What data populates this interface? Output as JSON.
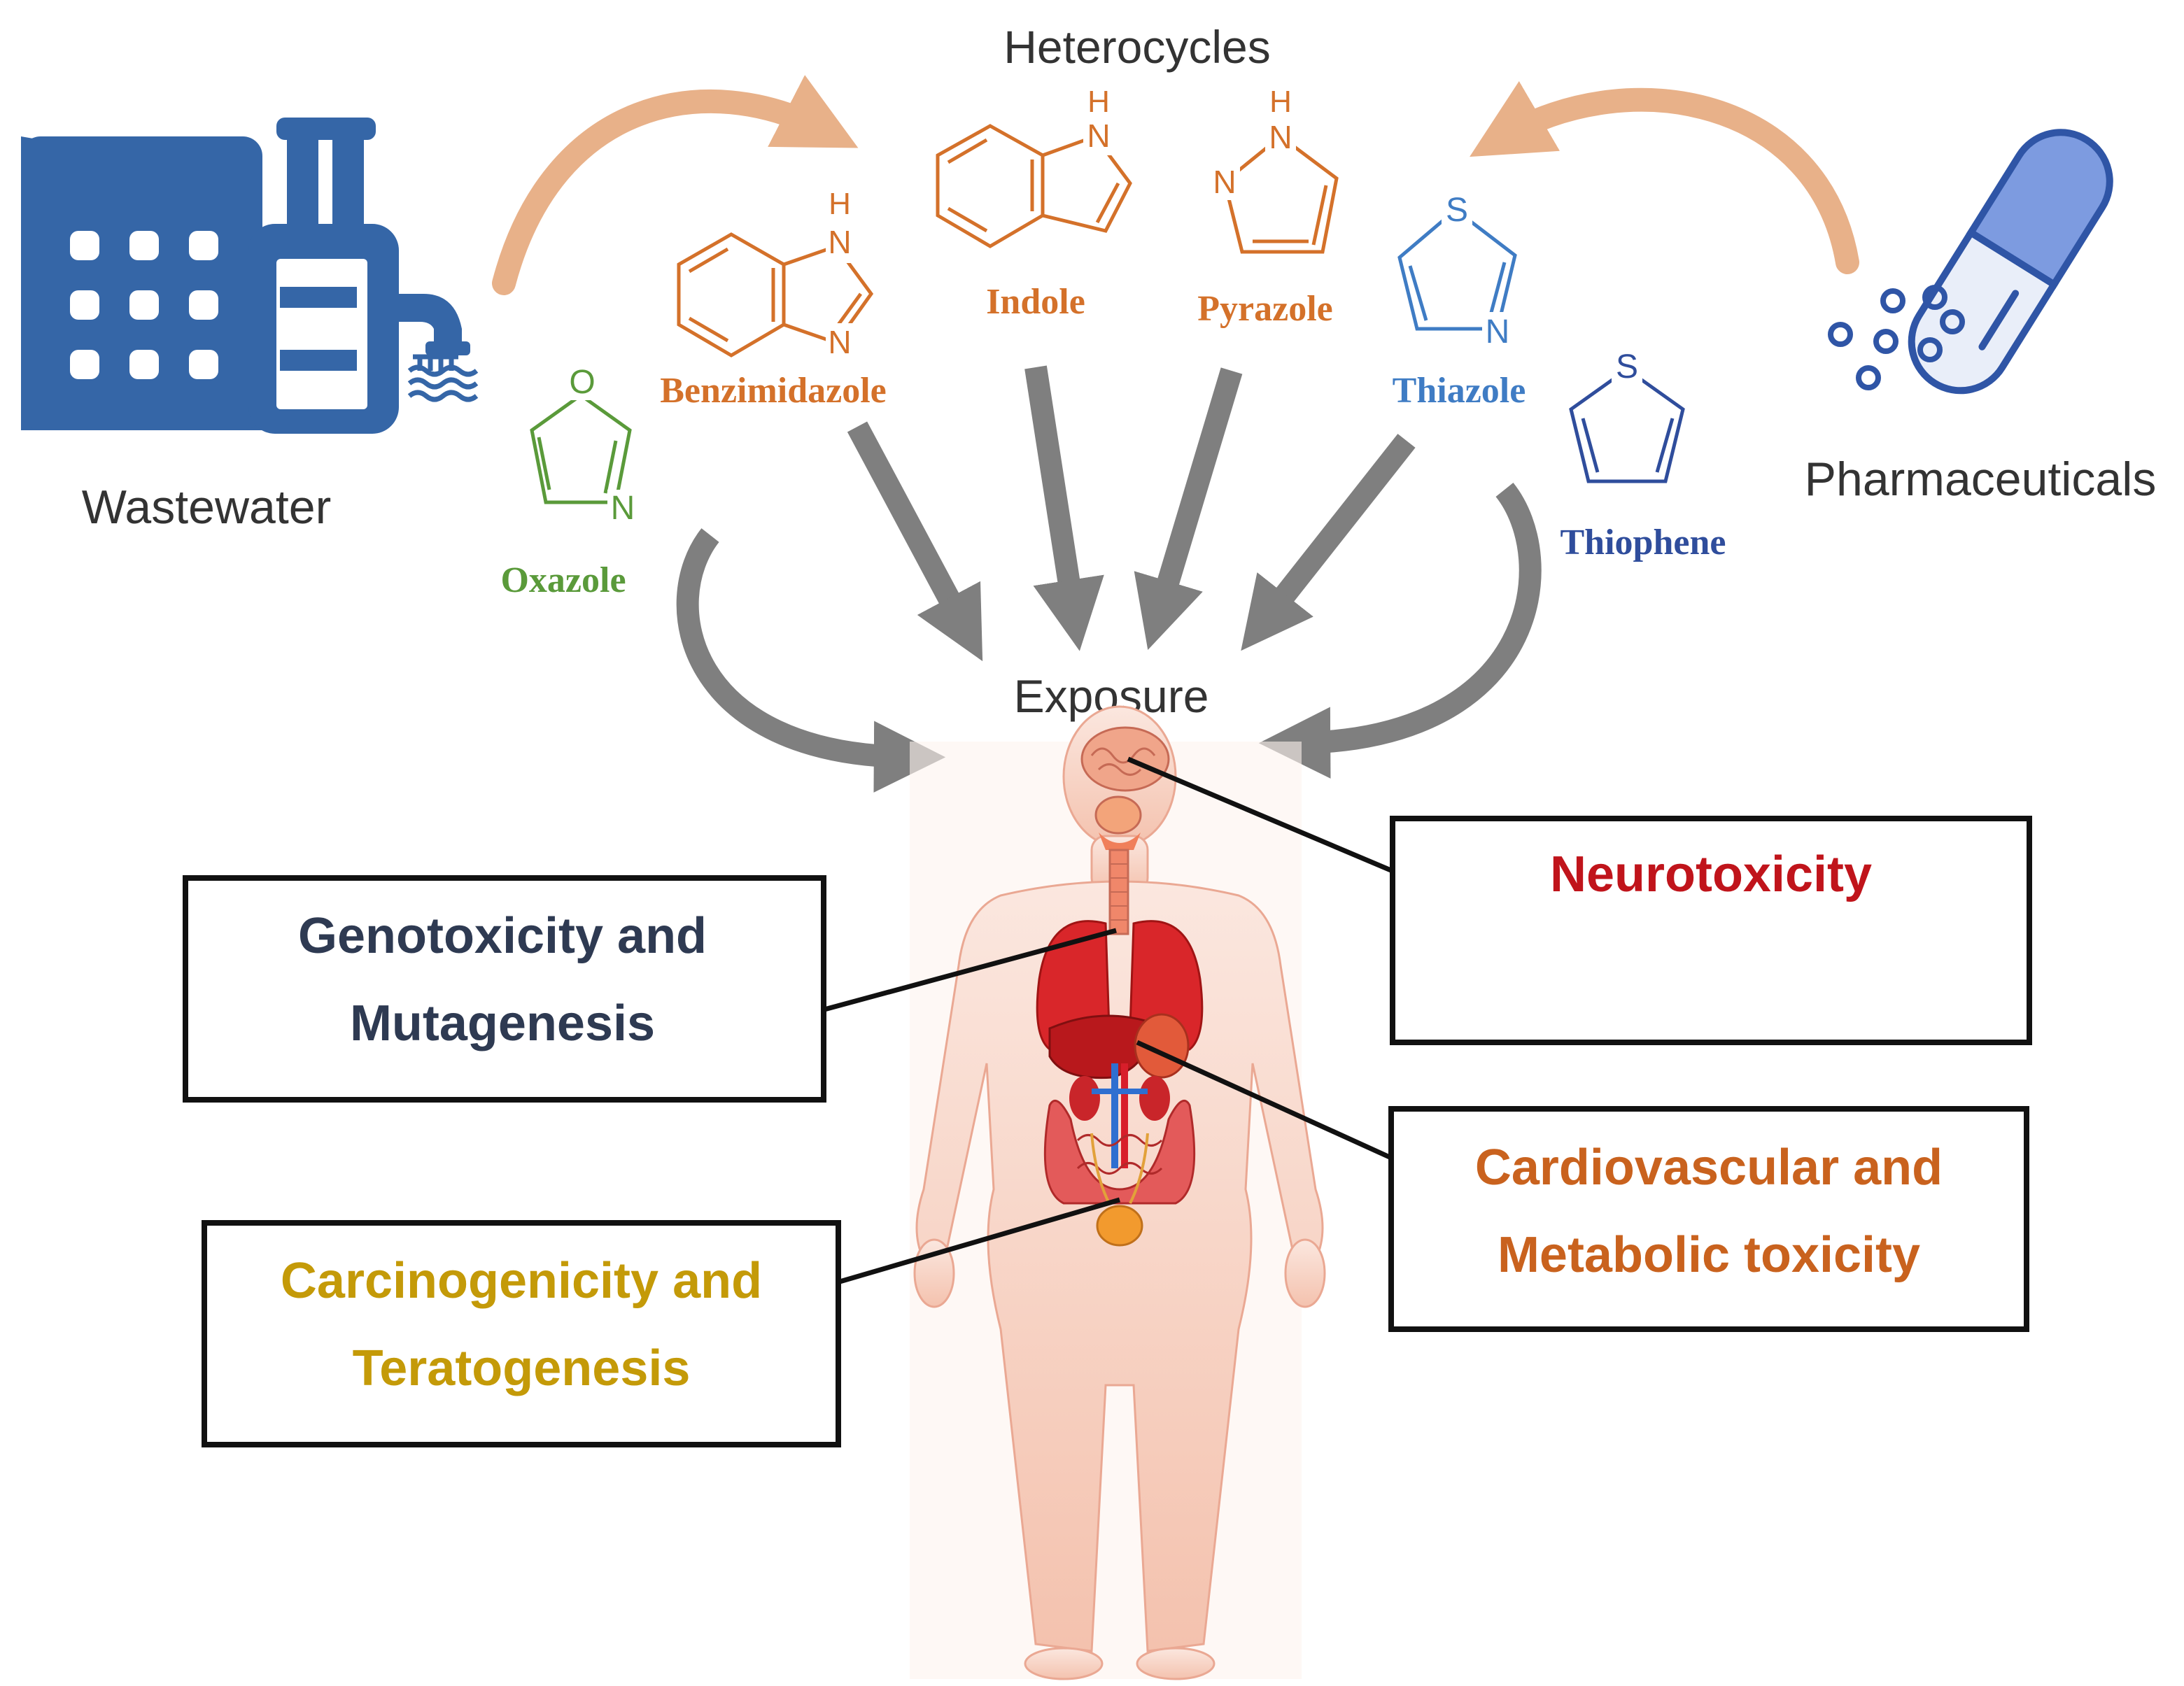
{
  "heading": "Heterocycles",
  "sources": {
    "wastewater": "Wastewater",
    "pharmaceuticals": "Pharmaceuticals"
  },
  "exposure": "Exposure",
  "compounds": {
    "oxazole": {
      "name": "Oxazole",
      "atoms": [
        "O",
        "N"
      ]
    },
    "benzimidazole": {
      "name": "Benzimidazole",
      "atoms": [
        "H",
        "N",
        "N"
      ]
    },
    "indole": {
      "name": "Indole",
      "atoms": [
        "H",
        "N"
      ]
    },
    "pyrazole": {
      "name": "Pyrazole",
      "atoms": [
        "H",
        "N",
        "N"
      ]
    },
    "thiazole": {
      "name": "Thiazole",
      "atoms": [
        "S",
        "N"
      ]
    },
    "thiophene": {
      "name": "Thiophene",
      "atoms": [
        "S"
      ]
    }
  },
  "effects": {
    "neurotoxicity": {
      "lines": [
        "Neurotoxicity"
      ]
    },
    "genotoxicity": {
      "lines": [
        "Genotoxicity and",
        "Mutagenesis"
      ]
    },
    "cardiovascular": {
      "lines": [
        "Cardiovascular and",
        "Metabolic toxicity"
      ]
    },
    "carcinogenicity": {
      "lines": [
        "Carcinogenicity and",
        "Teratogenesis"
      ]
    }
  },
  "colors": {
    "oxazole": "#5a9a3a",
    "orange_compound": "#d4712a",
    "thiazole": "#3f7cc4",
    "thiophene": "#2f4d9c",
    "neurotoxicity": "#c0141b",
    "genotoxicity": "#2e3a52",
    "cardiovascular": "#c9621e",
    "carcinogenicity": "#c49a08",
    "factory": "#3566a7",
    "pill": "#2f55a6",
    "grey_arrow": "#7f7f7f",
    "peach_arrow": "#e8b189",
    "skin": "#f6c6b4"
  }
}
